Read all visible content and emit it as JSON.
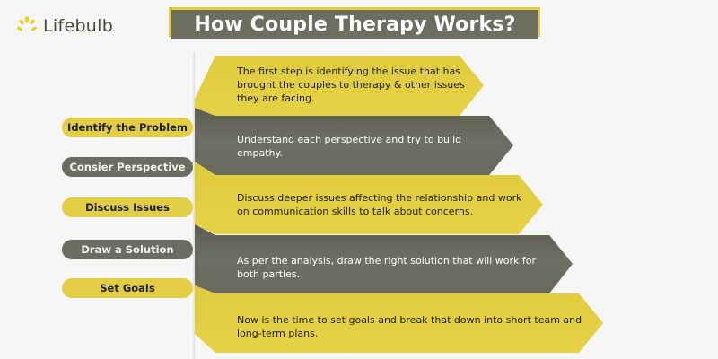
{
  "brand": {
    "name": "Lifebulb",
    "icon": "sun-leaf-logo-icon",
    "accent_color": "#e4cf3a",
    "dark_color": "#6e6e60"
  },
  "title": "How Couple Therapy Works?",
  "steps": [
    {
      "label": "Identify the Problem",
      "style": "yellow",
      "description": "The first step is identifying the issue that has brought the couples to therapy & other issues they are facing."
    },
    {
      "label": "Consier Perspective",
      "style": "gray",
      "description": "Understand each perspective and try to build empathy."
    },
    {
      "label": "Discuss Issues",
      "style": "yellow",
      "description": "Discuss deeper issues affecting the relationship and work on communication skills to talk about concerns."
    },
    {
      "label": "Draw a Solution",
      "style": "gray",
      "description": "As per the analysis, draw the right solution that will work for both parties."
    },
    {
      "label": "Set Goals",
      "style": "yellow",
      "description": "Now is the time to set goals and break that down into short team and long-term plans."
    }
  ]
}
